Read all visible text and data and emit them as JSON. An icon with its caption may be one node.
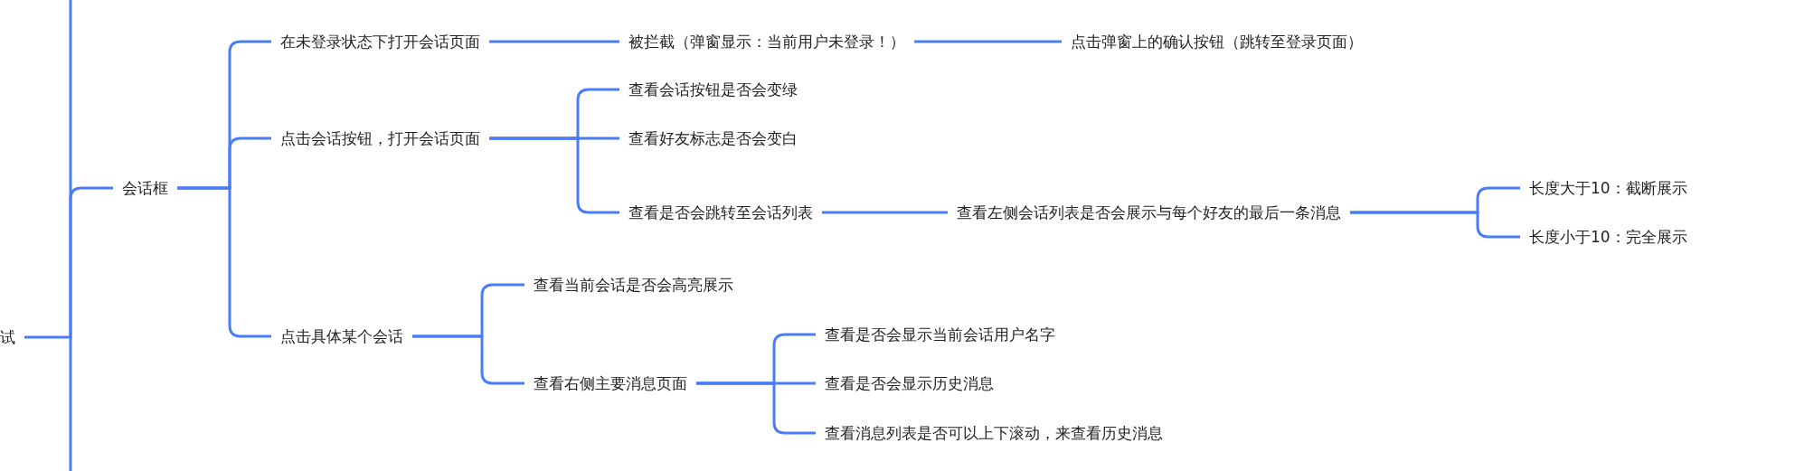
{
  "diagram": {
    "nodes": [
      {
        "text": [
          "试"
        ]
      },
      {
        "text": [
          "会话框"
        ]
      },
      {
        "text": [
          "在未登录状态下打开会话页面"
        ]
      },
      {
        "text": [
          "被拦截（弹窗显示：当前用户未登录！）"
        ]
      },
      {
        "text": [
          "点击弹窗上的确认按钮（跳转至登录页面）"
        ]
      },
      {
        "text": [
          "点击会话按钮，打开会话页面"
        ]
      },
      {
        "text": [
          "查看会话按钮是否会变绿"
        ]
      },
      {
        "text": [
          "查看好友标志是否会变白"
        ]
      },
      {
        "text": [
          "查看是否会跳转至会话列表"
        ]
      },
      {
        "text": [
          "查看左侧会话列表是否会展示与每个好友的最后一条消息"
        ]
      },
      {
        "text": [
          "长度大于10：截断展示"
        ]
      },
      {
        "text": [
          "长度小于10：完全展示"
        ]
      },
      {
        "text": [
          "点击具体某个会话"
        ]
      },
      {
        "text": [
          "查看当前会话是否会高亮展示"
        ]
      },
      {
        "text": [
          "查看右侧主要消息页面"
        ]
      },
      {
        "text": [
          "查看是否会显示当前会话用户名字"
        ]
      },
      {
        "text": [
          "查看是否会显示历史消息"
        ]
      },
      {
        "text": [
          "查看消息列表是否可以上下滚动，来查看历史消息"
        ]
      }
    ],
    "edges": [
      {
        "from": 0,
        "to": 1,
        "arrow": "none"
      },
      {
        "from": 1,
        "to": 2,
        "arrow": "none"
      },
      {
        "from": 2,
        "to": 3,
        "arrow": "none"
      },
      {
        "from": 3,
        "to": 4,
        "arrow": "none"
      },
      {
        "from": 1,
        "to": 5,
        "arrow": "none"
      },
      {
        "from": 5,
        "to": 6,
        "arrow": "none"
      },
      {
        "from": 5,
        "to": 7,
        "arrow": "none"
      },
      {
        "from": 5,
        "to": 8,
        "arrow": "none"
      },
      {
        "from": 8,
        "to": 9,
        "arrow": "none"
      },
      {
        "from": 9,
        "to": 10,
        "arrow": "none"
      },
      {
        "from": 9,
        "to": 11,
        "arrow": "none"
      },
      {
        "from": 1,
        "to": 12,
        "arrow": "none"
      },
      {
        "from": 12,
        "to": 13,
        "arrow": "none"
      },
      {
        "from": 12,
        "to": 14,
        "arrow": "none"
      },
      {
        "from": 14,
        "to": 15,
        "arrow": "none"
      },
      {
        "from": 14,
        "to": 16,
        "arrow": "none"
      },
      {
        "from": 14,
        "to": 17,
        "arrow": "none"
      }
    ]
  }
}
